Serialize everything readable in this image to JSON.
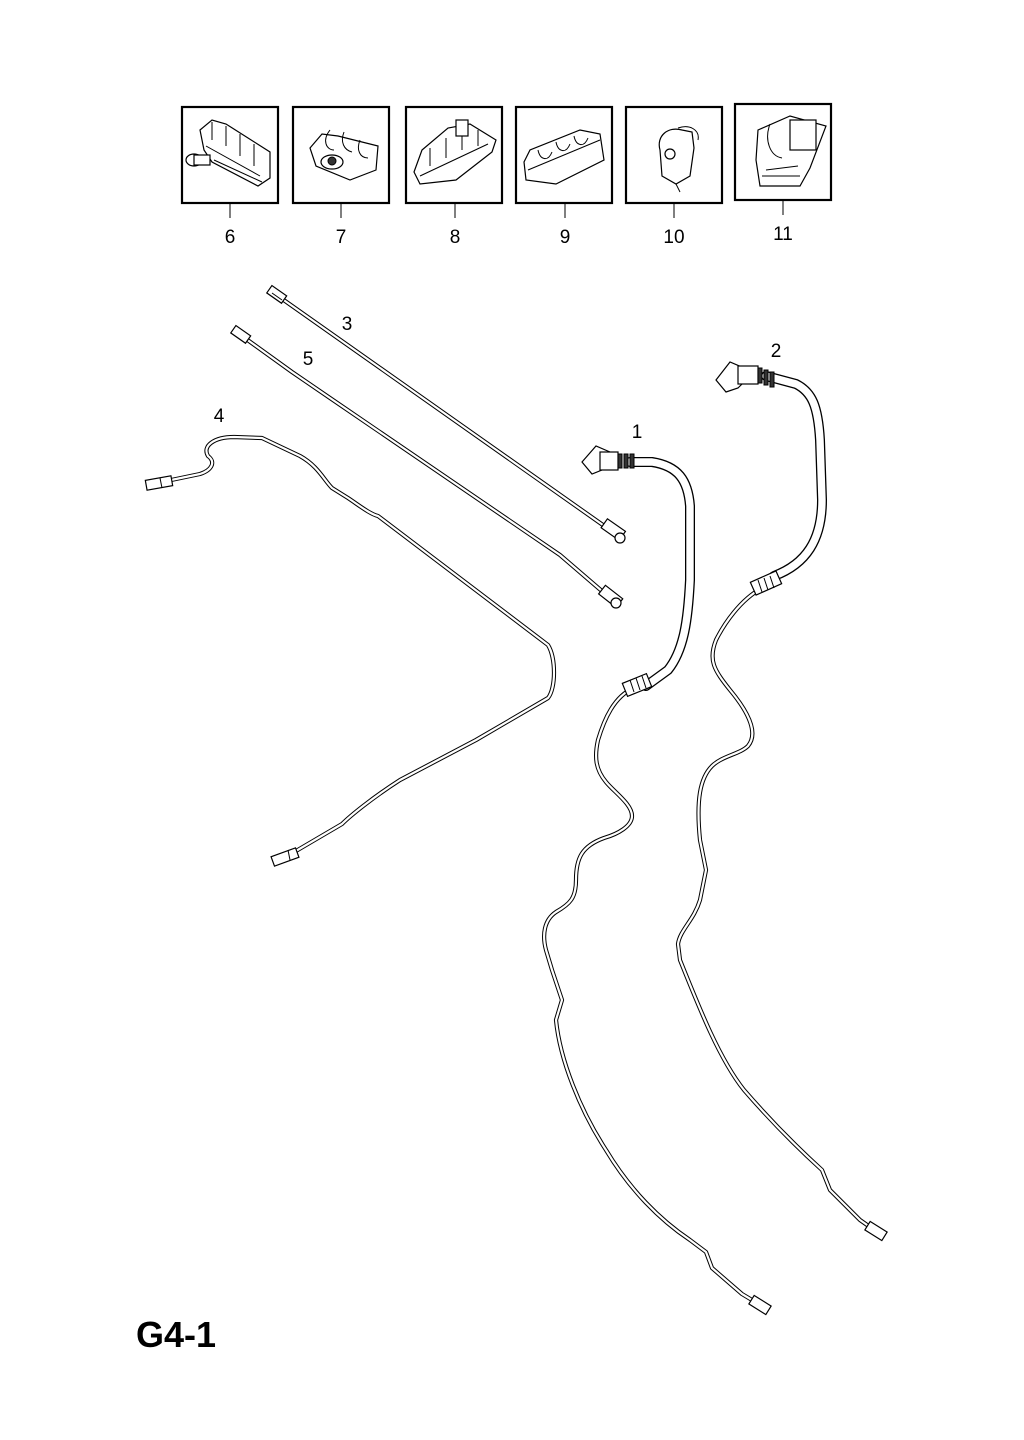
{
  "page_code": "G4-1",
  "clip_callouts": [
    "6",
    "7",
    "8",
    "9",
    "10",
    "11"
  ],
  "pipe_callouts": {
    "pipe1": "1",
    "pipe2": "2",
    "pipe3": "3",
    "pipe4": "4",
    "pipe5": "5"
  }
}
